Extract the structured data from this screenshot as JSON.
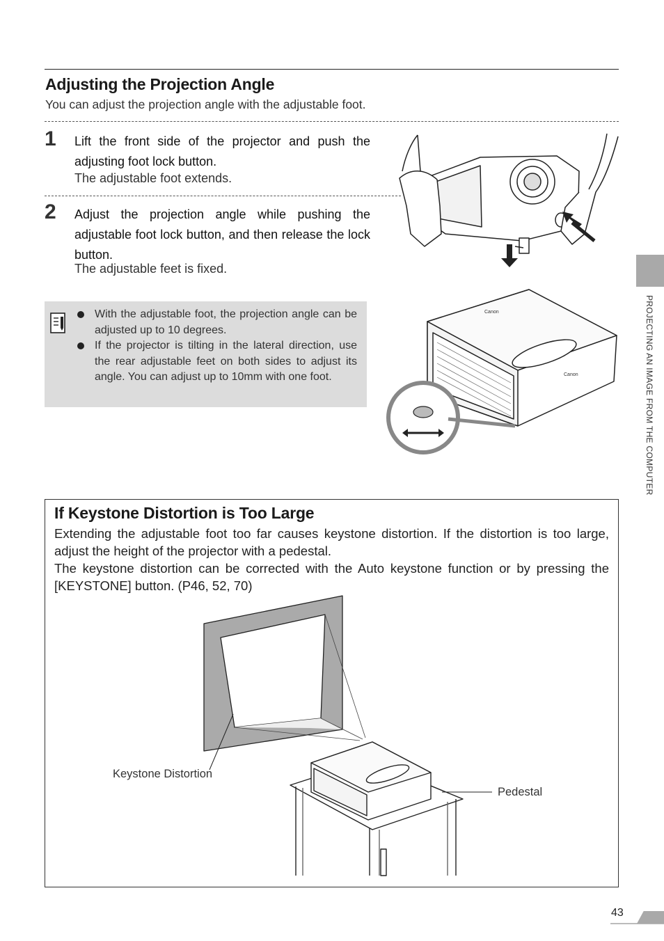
{
  "section": {
    "title": "Adjusting the Projection Angle",
    "intro": "You can adjust the projection angle with the adjustable foot."
  },
  "steps": [
    {
      "number": "1",
      "text": "Lift the front side of the projector and push the adjusting foot lock button.",
      "result": "The adjustable foot extends."
    },
    {
      "number": "2",
      "text": "Adjust the projection angle while pushing the adjustable foot lock button, and then release the lock button.",
      "result": "The adjustable feet is fixed."
    }
  ],
  "note": {
    "icon": "memo-note-icon",
    "items": [
      "With the adjustable foot, the projection angle can be adjusted up to 10 degrees.",
      "If the projector is tilting in the lateral direction, use the rear adjustable feet on both sides to adjust its angle. You can adjust up to 10mm with one foot."
    ]
  },
  "keystone": {
    "title": "If Keystone Distortion is Too Large",
    "paragraph1": "Extending the adjustable foot too far causes keystone distortion. If the distortion is too large, adjust the height of the projector with a pedestal.",
    "paragraph2": "The keystone distortion can be corrected with the Auto keystone function or by pressing the [KEYSTONE] button. (P46, 52, 70)",
    "label_distortion": "Keystone Distortion",
    "label_pedestal": "Pedestal"
  },
  "sidebar": {
    "chapter": "PROJECTING AN IMAGE FROM THE COMPUTER"
  },
  "footer": {
    "page_number": "43"
  },
  "illustration": {
    "brand_text": "Canon"
  }
}
